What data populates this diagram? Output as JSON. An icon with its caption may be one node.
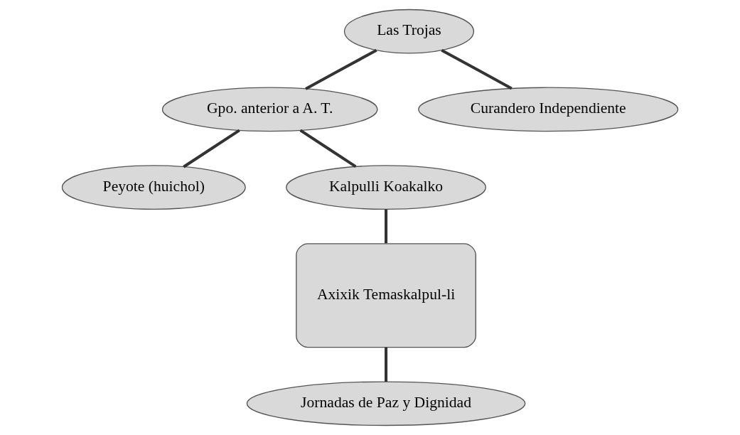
{
  "diagram": {
    "nodes": [
      {
        "text": [
          "Las Trojas"
        ]
      },
      {
        "text": [
          "Peyote (huichol)"
        ]
      },
      {
        "text": [
          "Gpo. anterior a A. T."
        ]
      },
      {
        "text": [
          "Kalpulli Koakalko"
        ]
      },
      {
        "text": [
          "Curandero Independiente"
        ]
      },
      {
        "text": [
          "Axixik Temaskalpul-li"
        ]
      },
      {
        "text": [
          "Jornadas de Paz y Dignidad"
        ]
      }
    ],
    "edges": [
      {
        "from": 0,
        "to": 2,
        "arrow": "none"
      },
      {
        "from": 0,
        "to": 4,
        "arrow": "none"
      },
      {
        "from": 2,
        "to": 1,
        "arrow": "none"
      },
      {
        "from": 2,
        "to": 3,
        "arrow": "none"
      },
      {
        "from": 3,
        "to": 5,
        "arrow": "none"
      },
      {
        "from": 5,
        "to": 6,
        "arrow": "none"
      }
    ]
  }
}
